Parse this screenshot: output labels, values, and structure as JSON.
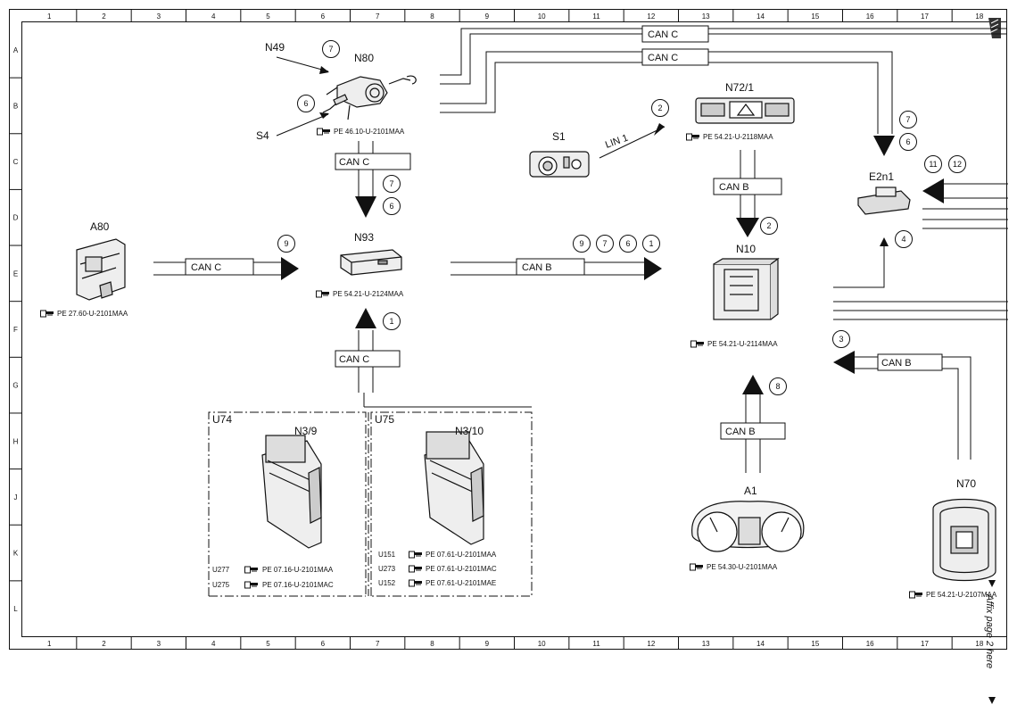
{
  "grid": {
    "columns": [
      "1",
      "2",
      "3",
      "4",
      "5",
      "6",
      "7",
      "8",
      "9",
      "10",
      "11",
      "12",
      "13",
      "14",
      "15",
      "16",
      "17",
      "18"
    ],
    "rows": [
      "A",
      "B",
      "C",
      "D",
      "E",
      "F",
      "G",
      "H",
      "J",
      "K",
      "L"
    ]
  },
  "components": {
    "n49": "N49",
    "n80": "N80",
    "s4": "S4",
    "a80": "A80",
    "n93": "N93",
    "s1": "S1",
    "n72_1": "N72/1",
    "n10": "N10",
    "e2n1": "E2n1",
    "a1": "A1",
    "n70": "N70",
    "u74": "U74",
    "u75": "U75",
    "n3_9": "N3/9",
    "n3_10": "N3/10"
  },
  "refs": {
    "n80": "PE 46.10-U-2101MAA",
    "a80": "PE 27.60-U-2101MAA",
    "n93": "PE 54.21-U-2124MAA",
    "n72_1": "PE 54.21-U-2118MAA",
    "n10": "PE 54.21-U-2114MAA",
    "a1": "PE 54.30-U-2101MAA",
    "n70": "PE 54.21-U-2107MAA",
    "u277": "PE 07.16-U-2101MAA",
    "u275": "PE 07.16-U-2101MAC",
    "u151": "PE 07.61-U-2101MAA",
    "u273": "PE 07.61-U-2101MAC",
    "u152": "PE 07.61-U-2101MAE"
  },
  "variants": {
    "u277": "U277",
    "u275": "U275",
    "u151": "U151",
    "u273": "U273",
    "u152": "U152"
  },
  "buses": {
    "can_c": "CAN C",
    "can_b": "CAN B",
    "lin1": "LIN 1"
  },
  "circled": {
    "n49": "7",
    "s4": "6",
    "n93_in_a": "7",
    "n93_in_b": "6",
    "a80": "9",
    "n10_in_1": "9",
    "n10_in_2": "7",
    "n10_in_3": "6",
    "n10_in_4": "1",
    "n93_low": "1",
    "lin": "2",
    "n10_top": "2",
    "e2n1_a": "7",
    "e2n1_b": "6",
    "e2n1_c": "11",
    "e2n1_d": "12",
    "e2n1_e": "4",
    "n70": "3",
    "a1": "8"
  },
  "side_note": "Affix page 2 here"
}
